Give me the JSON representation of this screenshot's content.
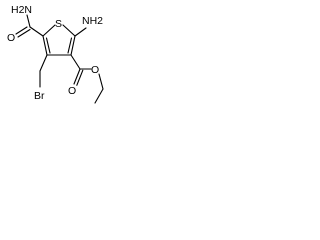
{
  "structure": {
    "labels": {
      "top_left_group": "H2N",
      "top_right_group": "NH2",
      "ring_heteroatom": "S",
      "carbonyl_oxygen_left": "O",
      "ester_oxygen": "O",
      "carbonyl_oxygen_bottom": "O",
      "halogen": "Br"
    }
  }
}
